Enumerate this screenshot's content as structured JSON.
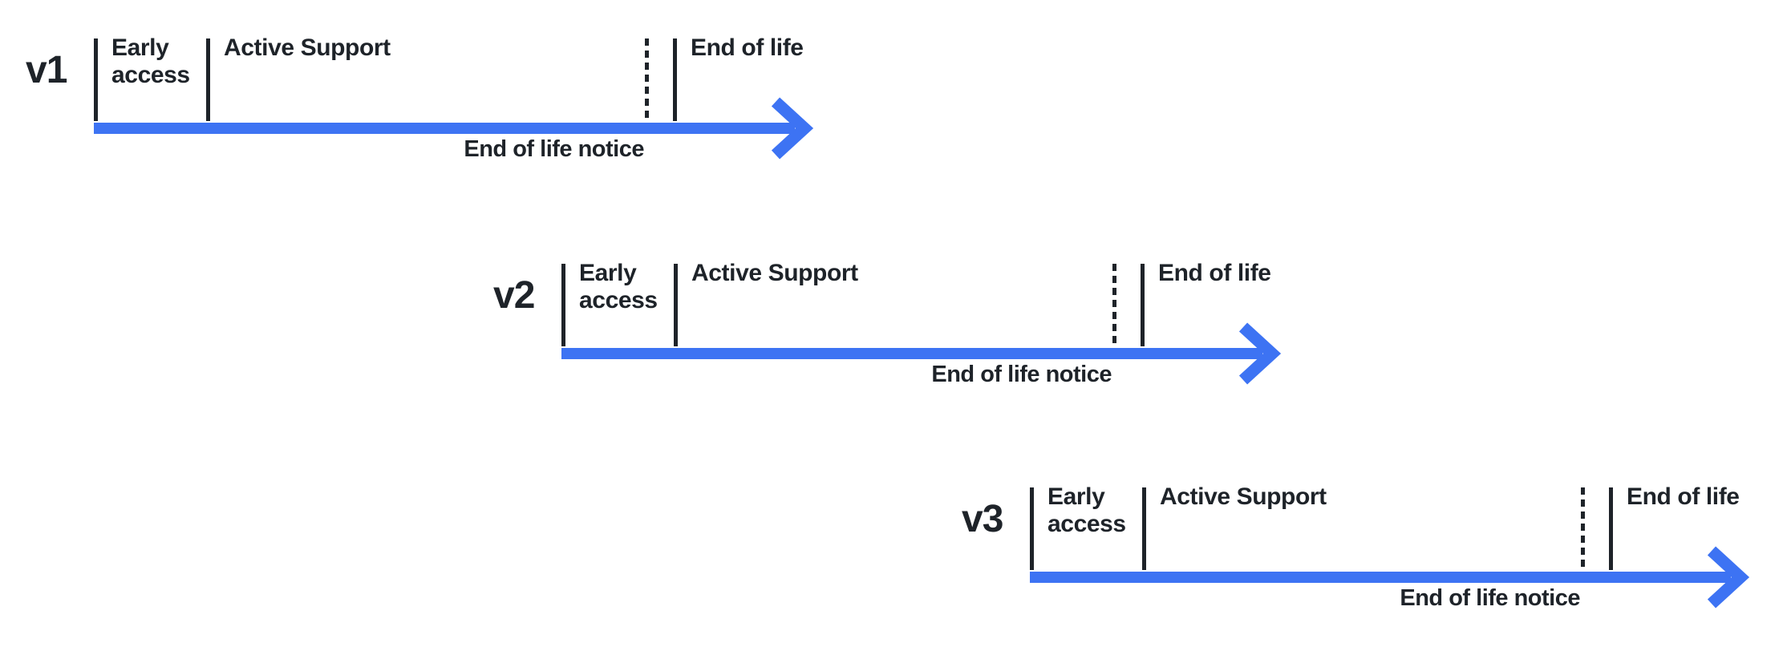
{
  "figure": {
    "kind": "version-lifecycle-timelines",
    "background": "#FFFFFF"
  },
  "colors": {
    "ink": "#1E2329",
    "arrow_blue": "#3D73F3"
  },
  "timelines": [
    {
      "version": "v1",
      "phases": {
        "early_access": "Early access",
        "active_support": "Active Support",
        "end_of_life": "End of life",
        "end_of_life_notice": "End of life notice"
      }
    },
    {
      "version": "v2",
      "phases": {
        "early_access": "Early access",
        "active_support": "Active Support",
        "end_of_life": "End of life",
        "end_of_life_notice": "End of life notice"
      }
    },
    {
      "version": "v3",
      "phases": {
        "early_access": "Early access",
        "active_support": "Active Support",
        "end_of_life": "End of life",
        "end_of_life_notice": "End of life notice"
      }
    }
  ]
}
